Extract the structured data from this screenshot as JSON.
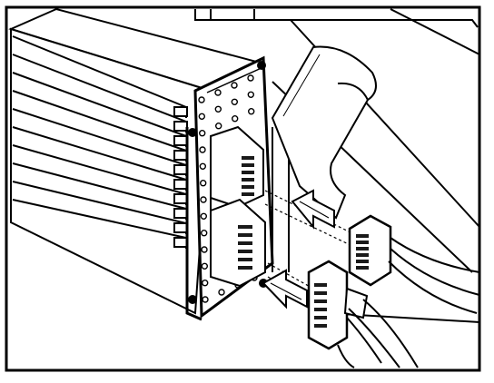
{
  "figure": {
    "frame_color": "#000000",
    "ink_color": "#000000",
    "paper_color": "#ffffff",
    "shade_color": "#1a1a1a"
  },
  "parts": {
    "module_fin_count": 10,
    "board_hole_rows": 13,
    "upper_connector_pins": 6,
    "lower_connector_pins": 6
  }
}
